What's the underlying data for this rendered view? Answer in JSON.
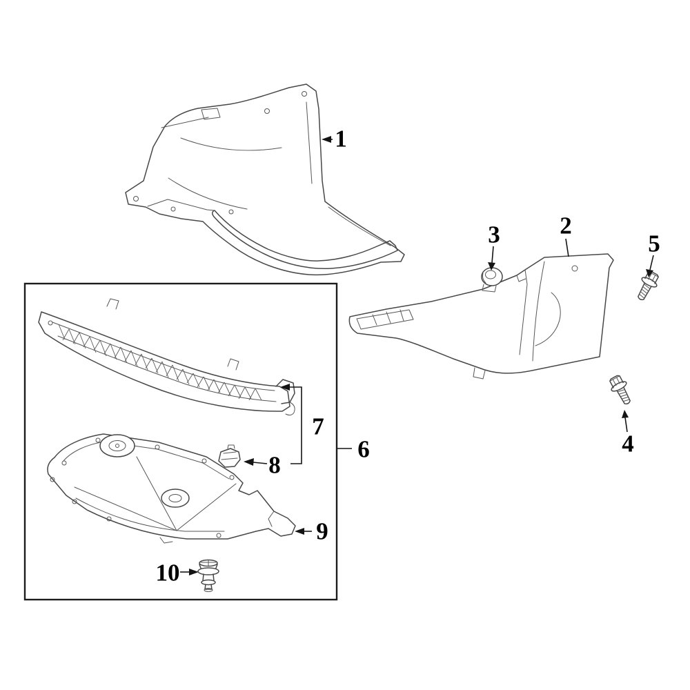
{
  "diagram": {
    "background_color": "#ffffff",
    "line_color": "#474747",
    "callout_color": "#000000",
    "box_color": "#1c1c1c",
    "callouts": [
      {
        "id": "callout-1",
        "label": "1"
      },
      {
        "id": "callout-2",
        "label": "2"
      },
      {
        "id": "callout-3",
        "label": "3"
      },
      {
        "id": "callout-4",
        "label": "4"
      },
      {
        "id": "callout-5",
        "label": "5"
      },
      {
        "id": "callout-6",
        "label": "6"
      },
      {
        "id": "callout-7",
        "label": "7"
      },
      {
        "id": "callout-8",
        "label": "8"
      },
      {
        "id": "callout-9",
        "label": "9"
      },
      {
        "id": "callout-10",
        "label": "10"
      }
    ]
  }
}
